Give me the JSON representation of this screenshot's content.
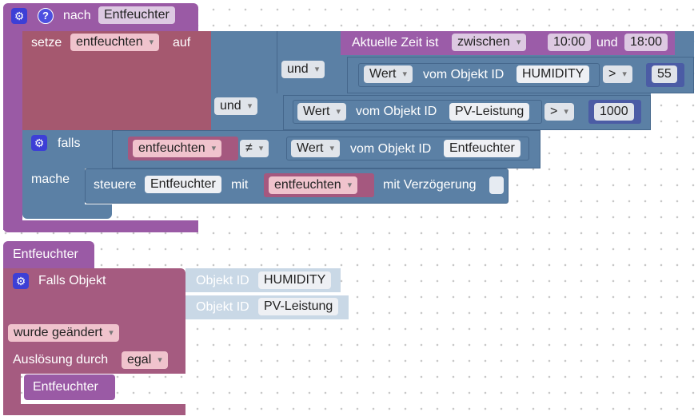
{
  "top": {
    "nach": "nach",
    "nach_name": "Entfeuchter",
    "gear_glyph": "⚙",
    "help_glyph": "?",
    "setze": "setze",
    "setze_var": "entfeuchten",
    "auf": "auf",
    "und1": "und",
    "und2": "und",
    "time_label": "Aktuelle Zeit ist",
    "time_mode": "zwischen",
    "time_from": "10:00",
    "time_und": "und",
    "time_to": "18:00",
    "cond1": {
      "wert": "Wert",
      "vom": "vom Objekt ID",
      "object": "HUMIDITY",
      "op": ">",
      "value": "55"
    },
    "cond2": {
      "wert": "Wert",
      "vom": "vom Objekt ID",
      "object": "PV-Leistung",
      "op": ">",
      "value": "1000"
    },
    "falls": "falls",
    "falls_var": "entfeuchten",
    "falls_op": "≠",
    "falls_wert": "Wert",
    "falls_vom": "vom Objekt ID",
    "falls_object": "Entfeuchter",
    "mache": "mache",
    "steuere": "steuere",
    "steuere_object": "Entfeuchter",
    "mit": "mit",
    "mit_var": "entfeuchten",
    "mit_delay": "mit Verzögerung"
  },
  "bottom": {
    "title": "Entfeuchter",
    "falls_objekt": "Falls Objekt",
    "oid1_label": "Objekt ID",
    "oid1_value": "HUMIDITY",
    "oid2_label": "Objekt ID",
    "oid2_value": "PV-Leistung",
    "geaendert": "wurde geändert",
    "ausloesung": "Auslösung durch",
    "ausloesung_val": "egal",
    "call": "Entfeuchter"
  }
}
